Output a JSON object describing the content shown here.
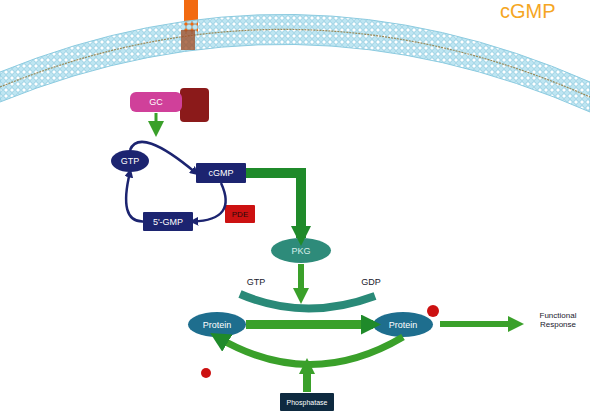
{
  "diagram": {
    "title": "cGMP",
    "nodes": [
      {
        "text": [
          "GC"
        ]
      },
      {
        "text": [
          "GTP"
        ]
      },
      {
        "text": [
          "cGMP"
        ]
      },
      {
        "text": [
          "5'-GMP"
        ]
      },
      {
        "text": [
          "PDE"
        ]
      },
      {
        "text": [
          "PKG"
        ]
      },
      {
        "text": [
          "Protein"
        ]
      },
      {
        "text": [
          "Protein"
        ]
      },
      {
        "text": [
          "Phosphatase"
        ]
      }
    ],
    "edges": [
      {
        "from": 1,
        "to": 2,
        "arrow": "to"
      },
      {
        "from": 2,
        "to": 3,
        "arrow": "to"
      },
      {
        "from": 3,
        "to": 1,
        "arrow": "to"
      },
      {
        "from": 2,
        "to": 5,
        "arrow": "to"
      },
      {
        "from": 6,
        "to": 7,
        "arrow": "to"
      },
      {
        "from": 7,
        "to": 6,
        "arrow": "to"
      }
    ],
    "labels": [
      "GTP",
      "GDP",
      "Functional Response"
    ]
  }
}
